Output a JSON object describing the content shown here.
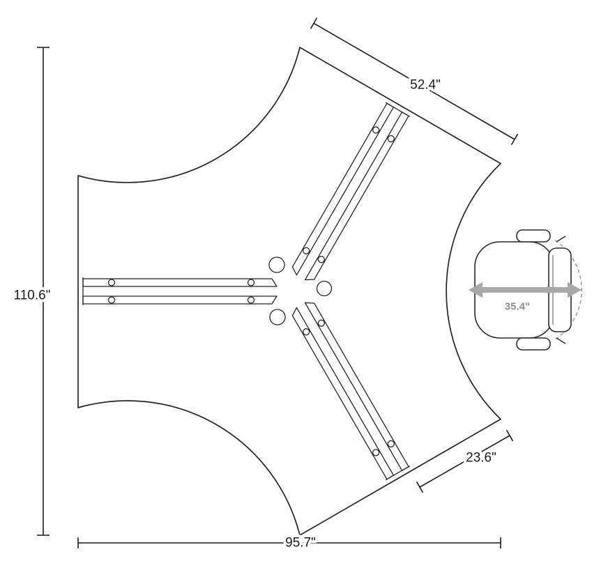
{
  "diagram": {
    "type": "workstation-floorplan-top-view",
    "labels": {
      "overall_height": "110.6\"",
      "overall_width": "95.7\"",
      "worksurface_edge": "52.4\"",
      "return_edge": "23.6\"",
      "chair_clearance": "35.4\""
    },
    "colors": {
      "line": "#1b1b1b",
      "arrow": "#a8a8a8",
      "arrow_label": "#8f8f8f",
      "background": "#ffffff"
    },
    "icons": {
      "chair": "office-chair-top-view-icon",
      "clearance": "double-headed-arrow-icon"
    }
  }
}
